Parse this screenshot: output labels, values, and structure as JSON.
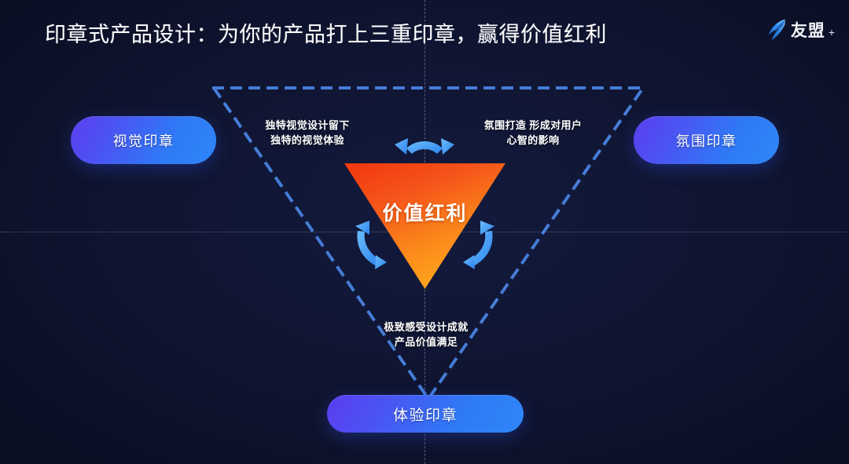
{
  "header": {
    "title": "印章式产品设计：为你的产品打上三重印章，赢得价值红利",
    "logo_icon": "umeng-wing-logo-icon",
    "logo_text": "友盟",
    "logo_plus": "+"
  },
  "colors": {
    "background": "#0f1430",
    "pill_gradient_start": "#5b3df0",
    "pill_gradient_end": "#2f86f8",
    "core_gradient_start": "#f03c16",
    "core_gradient_end": "#ffa41c",
    "arrow_blue": "#4aa3f5",
    "dashed_blue": "#3b7fe0",
    "guide_line": "#bcd0ea"
  },
  "diagram": {
    "core": {
      "label": "价值红利",
      "shape": "inverted-triangle"
    },
    "outer_triangle": {
      "shape": "inverted-triangle-dashed",
      "style": "dashed"
    },
    "nodes": [
      {
        "id": "visual",
        "label": "视觉印章",
        "position": "left"
      },
      {
        "id": "atmosphere",
        "label": "氛围印章",
        "position": "right"
      },
      {
        "id": "experience",
        "label": "体验印章",
        "position": "bottom"
      }
    ],
    "annotations": [
      {
        "id": "visual-note",
        "position": "left",
        "line1": "独特视觉设计留下",
        "line2": "独特的视觉体验"
      },
      {
        "id": "atmosphere-note",
        "position": "right",
        "line1": "氛围打造 形成对用户",
        "line2": "心智的影响"
      },
      {
        "id": "experience-note",
        "position": "bottom",
        "line1": "极致感受设计成就",
        "line2": "产品价值满足"
      }
    ],
    "arrows": [
      {
        "id": "arrow-top",
        "kind": "double-headed-curved-arrow",
        "orientation": "horizontal"
      },
      {
        "id": "arrow-bottom-left",
        "kind": "double-headed-curved-arrow",
        "orientation": "diagonal-left"
      },
      {
        "id": "arrow-bottom-right",
        "kind": "double-headed-curved-arrow",
        "orientation": "diagonal-right"
      }
    ]
  },
  "guides": {
    "horizontal": "horizontal-guide-line",
    "vertical": "vertical-guide-line"
  }
}
